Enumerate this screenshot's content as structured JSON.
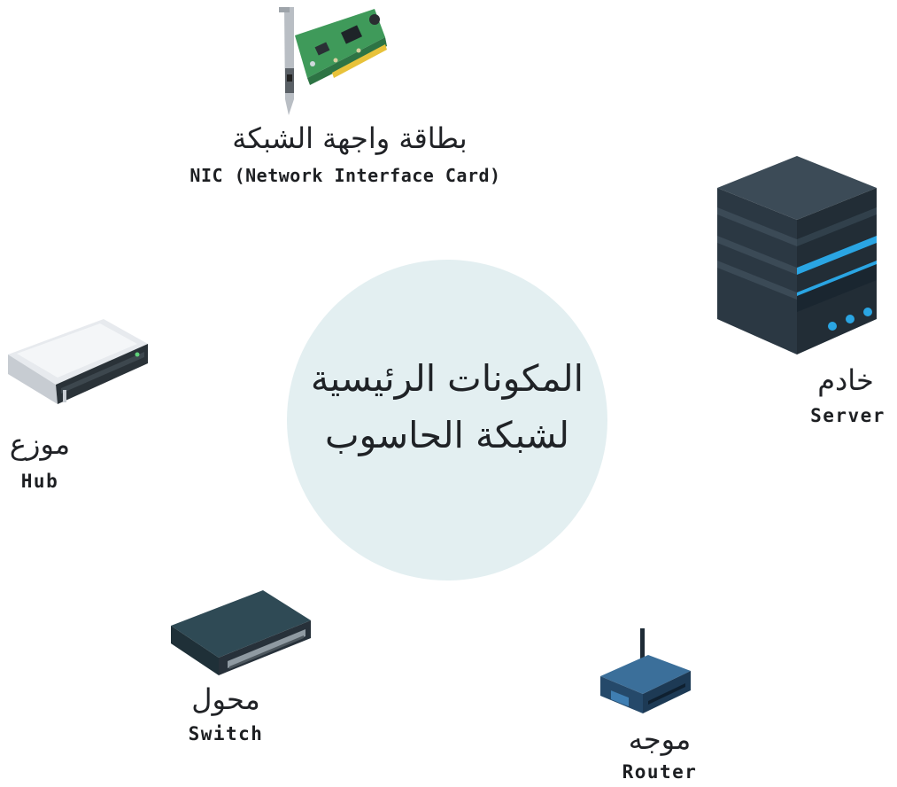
{
  "center": {
    "line1": "المكونات الرئيسية",
    "line2": "لشبكة الحاسوب"
  },
  "components": {
    "nic": {
      "ar": "بطاقة واجهة الشبكة",
      "en": "NIC (Network Interface Card)",
      "icon": "network-card-icon"
    },
    "server": {
      "ar": "خادم",
      "en": "Server",
      "icon": "server-icon"
    },
    "hub": {
      "ar": "موزع",
      "en": "Hub",
      "icon": "hub-icon"
    },
    "switch": {
      "ar": "محول",
      "en": "Switch",
      "icon": "switch-icon"
    },
    "router": {
      "ar": "موجه",
      "en": "Router",
      "icon": "router-icon"
    }
  },
  "colors": {
    "circle": "#e3eff1",
    "server_body": "#2c3a45",
    "server_light": "#2aa5e3",
    "pcb_green": "#3f9a5a",
    "hub_silver": "#dfe3e8",
    "switch_body": "#2f4a55",
    "router_blue": "#2c5d86"
  }
}
